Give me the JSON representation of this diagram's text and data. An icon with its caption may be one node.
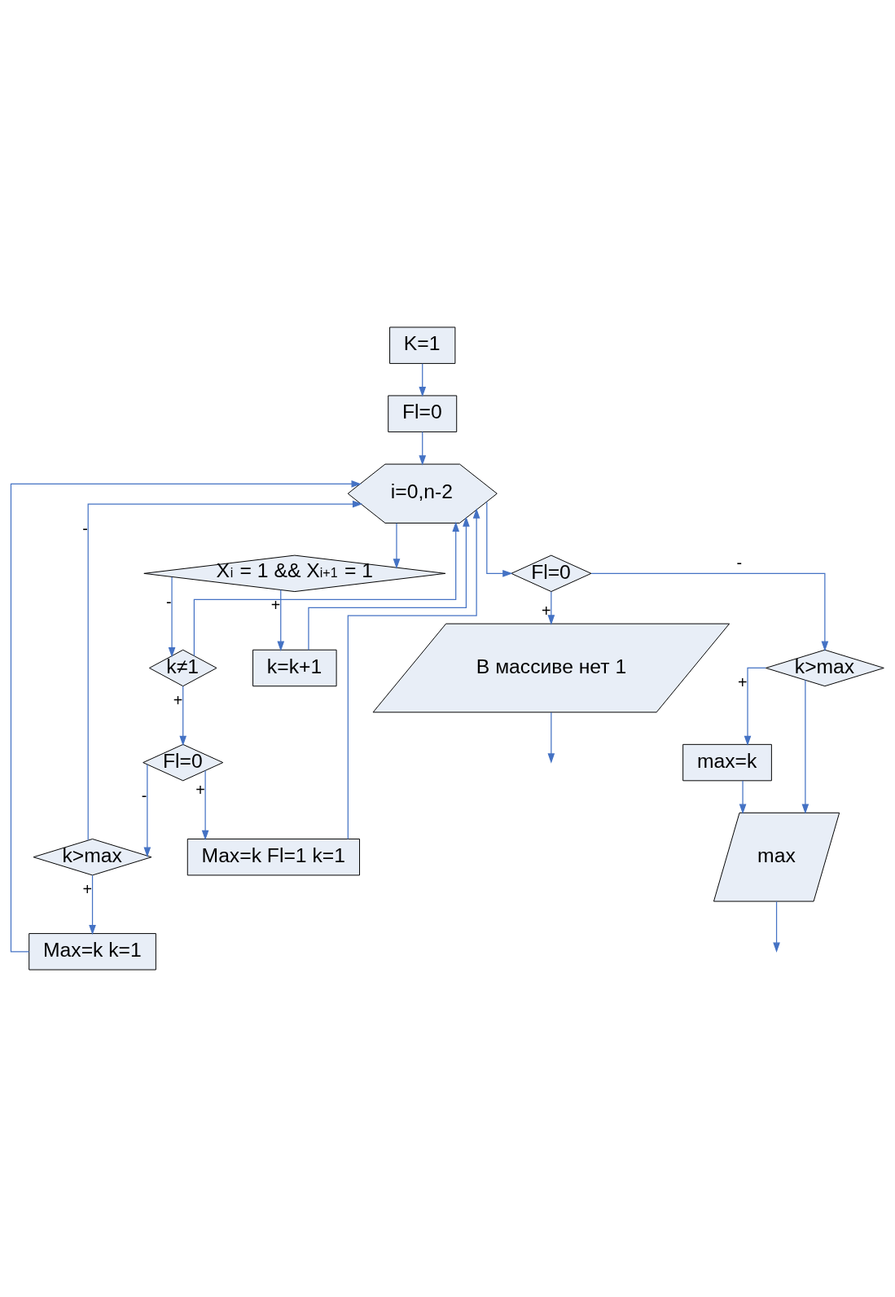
{
  "diagram": {
    "nodes": [
      {
        "text": [
          "K=1"
        ]
      },
      {
        "text": [
          "Fl=0"
        ]
      },
      {
        "text": [
          "i=0,n-2"
        ]
      },
      {
        "text": [
          "X$_{i}$ = 1 && X$_{i+1}$ = 1"
        ]
      },
      {
        "text": [
          "k≠1"
        ]
      },
      {
        "text": [
          "Fl=0"
        ]
      },
      {
        "text": [
          "k>max"
        ]
      },
      {
        "text": [
          "k=k+1"
        ]
      },
      {
        "text": [
          "Max=k Fl=1 k=1"
        ]
      },
      {
        "text": [
          "Max=k k=1"
        ]
      },
      {
        "text": [
          "Fl=0"
        ]
      },
      {
        "text": [
          "В массиве нет 1"
        ]
      },
      {
        "text": [
          "k>max"
        ]
      },
      {
        "text": [
          "max=k"
        ]
      },
      {
        "text": [
          "max"
        ]
      }
    ],
    "edges": [
      {
        "from": 0,
        "to": 1,
        "arrow": "to"
      },
      {
        "from": 1,
        "to": 2,
        "arrow": "to"
      },
      {
        "from": 2,
        "to": 3,
        "arrow": "to"
      },
      {
        "from": 3,
        "to": 7,
        "arrow": "to",
        "label": "+"
      },
      {
        "from": 3,
        "to": 4,
        "arrow": "to",
        "label": "-"
      },
      {
        "from": 4,
        "to": 5,
        "arrow": "to",
        "label": "+"
      },
      {
        "from": 4,
        "to": 2,
        "arrow": "to"
      },
      {
        "from": 5,
        "to": 8,
        "arrow": "to",
        "label": "+"
      },
      {
        "from": 5,
        "to": 6,
        "arrow": "to",
        "label": "-"
      },
      {
        "from": 6,
        "to": 9,
        "arrow": "to",
        "label": "+"
      },
      {
        "from": 6,
        "to": 2,
        "arrow": "to",
        "label": "-"
      },
      {
        "from": 7,
        "to": 2,
        "arrow": "to"
      },
      {
        "from": 8,
        "to": 2,
        "arrow": "to"
      },
      {
        "from": 9,
        "to": 2,
        "arrow": "to"
      },
      {
        "from": 2,
        "to": 10,
        "arrow": "to"
      },
      {
        "from": 10,
        "to": 11,
        "arrow": "to",
        "label": "+"
      },
      {
        "from": 10,
        "to": 12,
        "arrow": "to",
        "label": "-"
      },
      {
        "from": 12,
        "to": 13,
        "arrow": "to",
        "label": "+"
      },
      {
        "from": 12,
        "to": 14,
        "arrow": "to"
      },
      {
        "from": 13,
        "to": 14,
        "arrow": "to"
      },
      {
        "from": 11,
        "to": null,
        "arrow": "to"
      },
      {
        "from": 14,
        "to": null,
        "arrow": "to"
      }
    ]
  }
}
